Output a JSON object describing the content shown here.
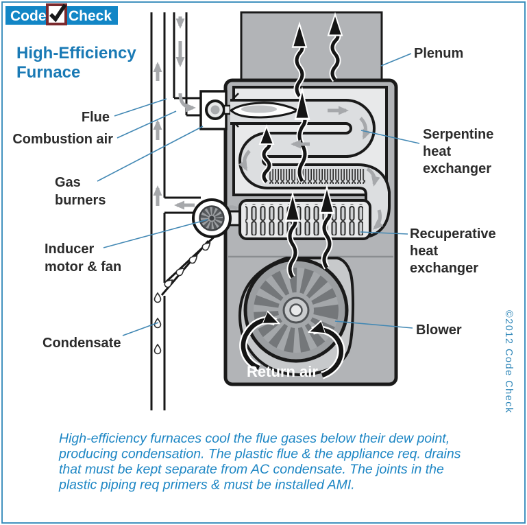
{
  "logo": {
    "code": "Code",
    "check": "Check"
  },
  "title": [
    "High-Efficiency",
    "Furnace"
  ],
  "labels": {
    "plenum": "Plenum",
    "flue": "Flue",
    "combustion_air": "Combustion air",
    "gas_burners": [
      "Gas",
      "burners"
    ],
    "inducer": [
      "Inducer",
      "motor & fan"
    ],
    "condensate": "Condensate",
    "serpentine": [
      "Serpentine",
      "heat",
      "exchanger"
    ],
    "recuperative": [
      "Recuperative",
      "heat",
      "exchanger"
    ],
    "blower": "Blower",
    "return_air": "Return air"
  },
  "copyright": "©2012 Code Check",
  "caption": [
    "High-efficiency furnaces cool the flue gases below their dew point,",
    "producing condensation. The plastic flue & the appliance req. drains",
    "that must be kept separate from AC condensate. The joints in the",
    "plastic piping req primers & must be installed AMI."
  ],
  "icons": {
    "logo_checkbox": "checkbox-with-checkmark",
    "heat_arrows": "wavy-heat-arrow-up",
    "flow_arrows": "gray-air-flow-arrow",
    "condensate_drops": "water-droplet",
    "fans": "fan-wheel"
  },
  "colors": {
    "border_blue": "#2e86b8",
    "logo_blue": "#1286c6",
    "title_blue": "#1a7ab5",
    "caption_blue": "#1d86c4",
    "leader_blue": "#4288b4",
    "label_dark": "#2b2b2b",
    "cabinet_gray": "#b2b4b7",
    "chamber_light": "#e8e9ea",
    "tube_gray": "#dcdee0",
    "housing_gray": "#c7c9cb",
    "wheel_gray": "#9b9ea1",
    "flow_arrow_gray": "#a6a8ab",
    "heat_arrow_black": "#151515",
    "checkbox_maroon": "#7b2a2e"
  }
}
